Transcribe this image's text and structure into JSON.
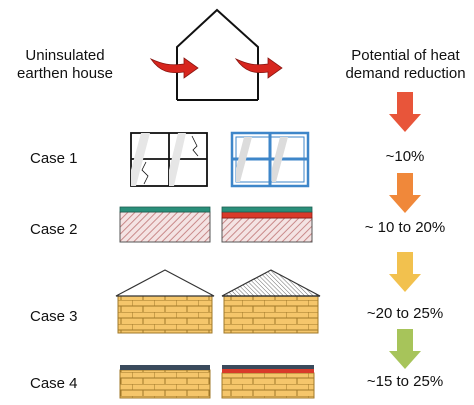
{
  "left_header": {
    "line1": "Uninsulated",
    "line2": "earthen house"
  },
  "right_header": {
    "line1": "Potential of heat",
    "line2": "demand reduction"
  },
  "cases": [
    {
      "label": "Case 1",
      "reduction": "~10%",
      "arrow_color": "#e8553a"
    },
    {
      "label": "Case 2",
      "reduction": "~ 10 to 20%",
      "arrow_color": "#f0883a"
    },
    {
      "label": "Case 3",
      "reduction": "~20 to 25%",
      "arrow_color": "#f2c14e"
    },
    {
      "label": "Case 4",
      "reduction": "~15 to 25%",
      "arrow_color": "#a7c45a"
    }
  ],
  "colors": {
    "heat_arrow": "#d7261e",
    "window_new": "#3e86c9",
    "floor_hatch": "#c98a8a",
    "floor_top_green": "#2a8f7a",
    "insulation_red": "#d93a2a",
    "brick_fill": "#f5c66b",
    "brick_line": "#a0782a",
    "roof_dark": "#3a4a5c"
  }
}
